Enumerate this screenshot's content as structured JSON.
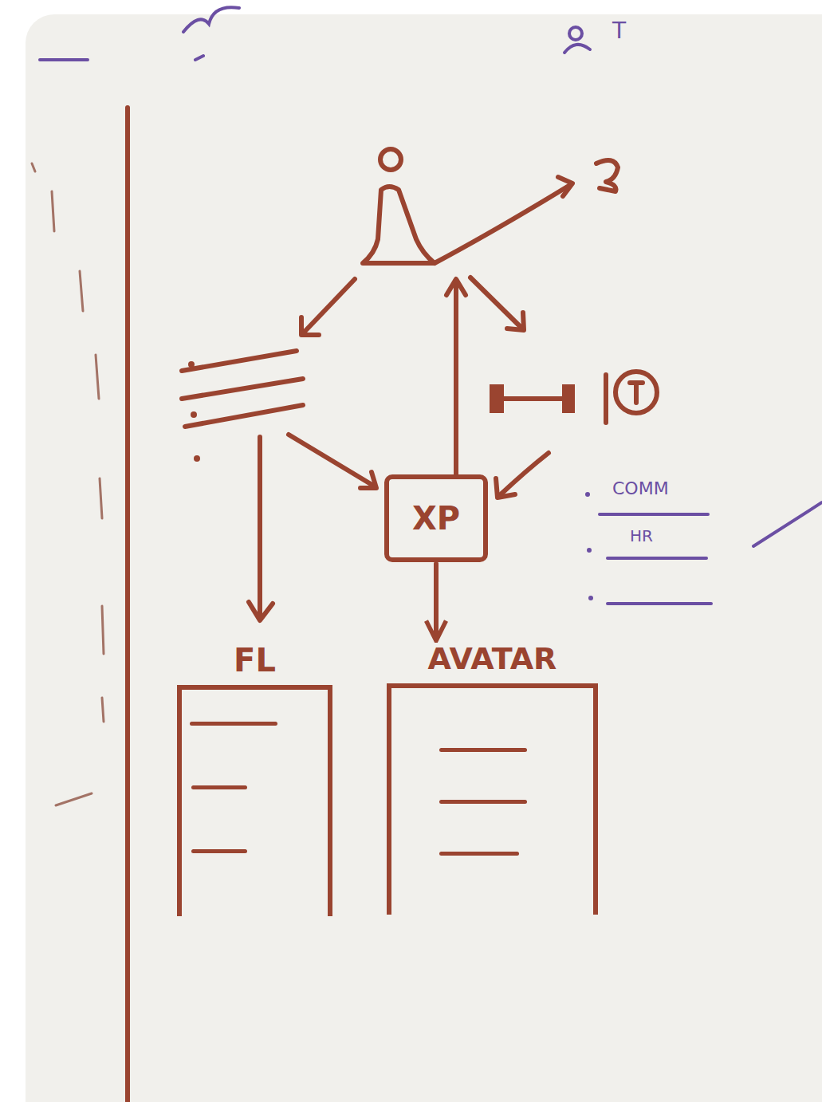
{
  "diagram": {
    "nodes": [
      {
        "text": [
          "XP"
        ]
      },
      {
        "text": [
          "FL"
        ]
      },
      {
        "text": [
          "AVATAR"
        ]
      }
    ],
    "edges": [
      {
        "from": 0,
        "to": 2,
        "arrow": "to"
      }
    ],
    "labels": [
      "COMM",
      "HR",
      "T"
    ]
  }
}
